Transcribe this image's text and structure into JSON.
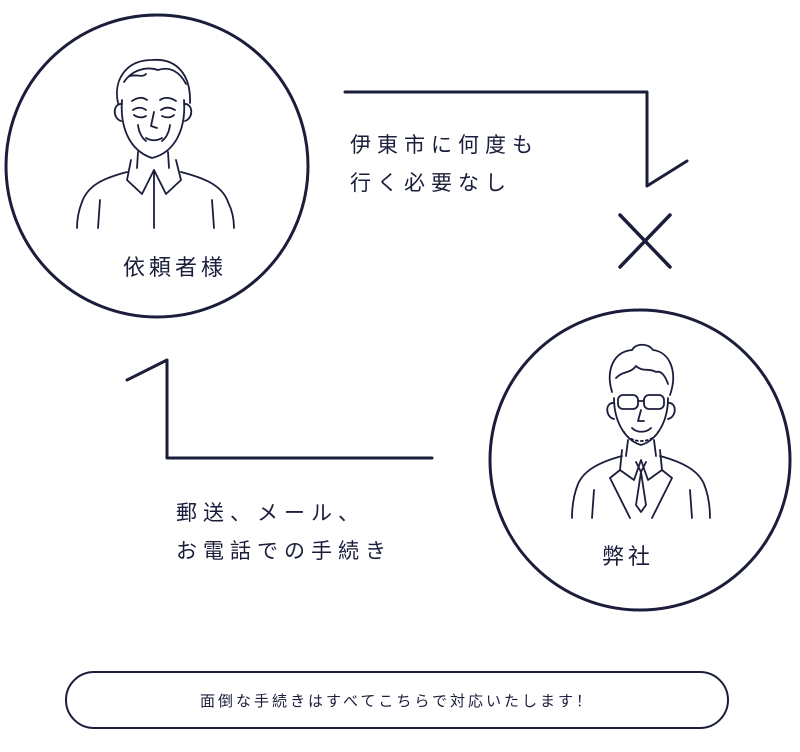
{
  "colors": {
    "ink": "#1a1e3a",
    "background": "#ffffff"
  },
  "client": {
    "label": "依頼者様",
    "icon": "elderly-person-icon"
  },
  "company": {
    "label": "弊社",
    "icon": "businessman-with-glasses-icon"
  },
  "top_flow": {
    "lines": [
      "伊東市に何度も",
      "行く必要なし"
    ],
    "marker_icon": "cross-icon"
  },
  "bottom_flow": {
    "lines": [
      "郵送、メール、",
      "お電話での手続き"
    ]
  },
  "footer": {
    "text": "面倒な手続きはすべてこちらで対応いたします！"
  }
}
